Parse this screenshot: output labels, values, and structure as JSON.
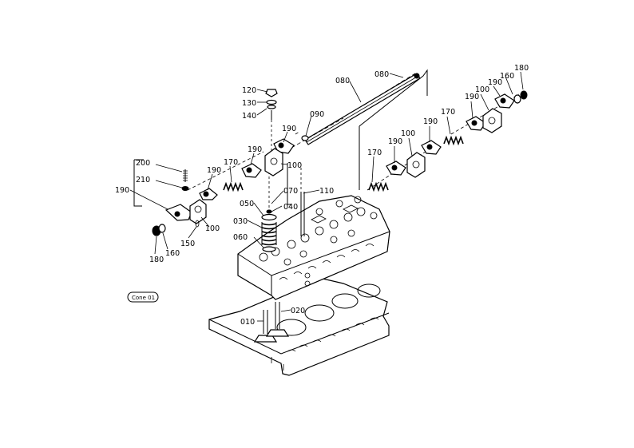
{
  "diagram": {
    "code_label": "Cone 01",
    "labels": {
      "l010": "010",
      "l020": "020",
      "l030": "030",
      "l040": "040",
      "l050": "050",
      "l060": "060",
      "l070": "070",
      "l080a": "080",
      "l080b": "080",
      "l090": "090",
      "l100a": "100",
      "l100b": "100",
      "l100c": "100",
      "l100d": "100",
      "l110": "110",
      "l120": "120",
      "l130": "130",
      "l140": "140",
      "l150": "150",
      "l160a": "160",
      "l160b": "160",
      "l170a": "170",
      "l170b": "170",
      "l170c": "170",
      "l180a": "180",
      "l180b": "180",
      "l190a": "190",
      "l190b": "190",
      "l190c": "190",
      "l190d": "190",
      "l190e": "190",
      "l190f": "190",
      "l190g": "190",
      "l190h": "190",
      "l200": "200",
      "l210": "210"
    }
  }
}
